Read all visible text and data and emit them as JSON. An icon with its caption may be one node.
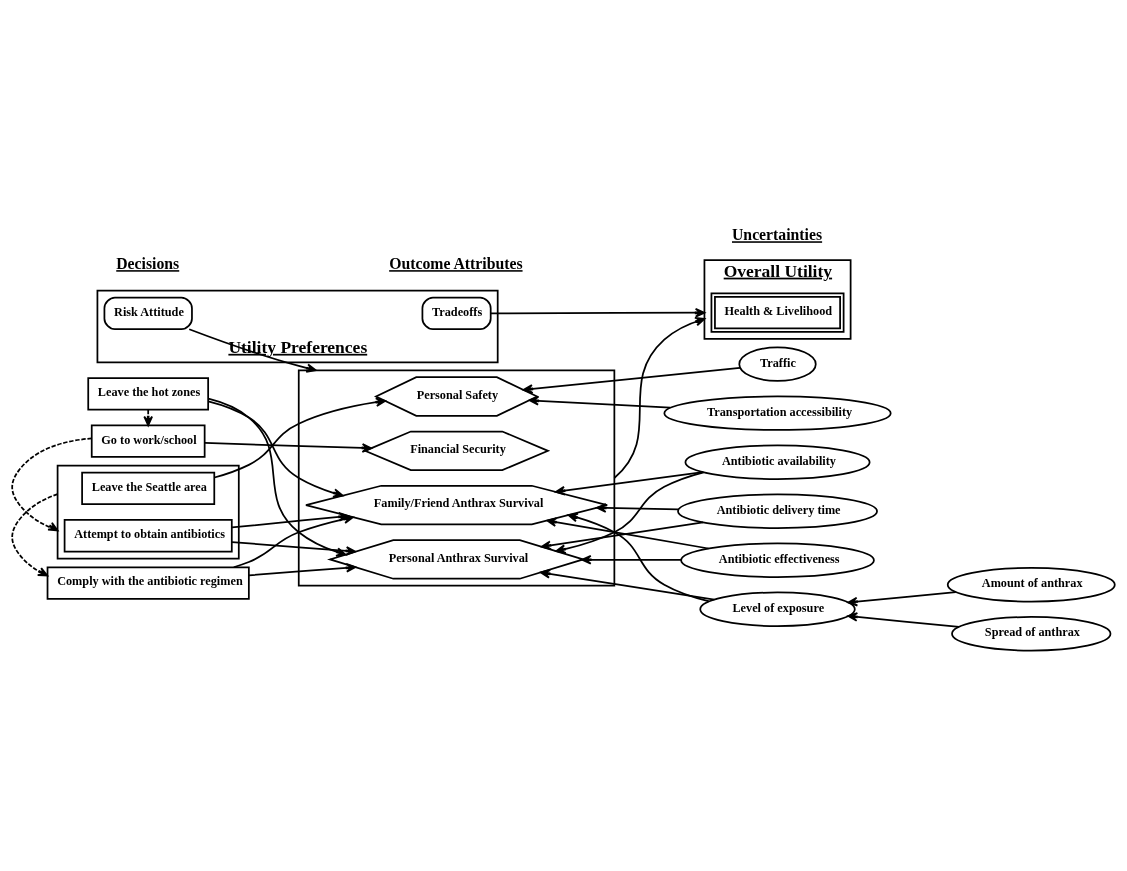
{
  "diagram": {
    "nodes": [
      {
        "text": [
          "Leave the hot zones"
        ]
      },
      {
        "text": [
          "Go to work/school"
        ]
      },
      {
        "text": [],
        "shape": "box"
      },
      {
        "text": [
          "Attempt to obtain antibiotics"
        ],
        "in": 2
      },
      {
        "text": [
          "Leave the Seattle area"
        ],
        "in": 2
      },
      {
        "text": [
          "Comply with the antibiotic regimen"
        ]
      },
      {
        "text": [],
        "shape": "box"
      },
      {
        "text": [
          "Personal Safety"
        ],
        "in": 6
      },
      {
        "text": [
          "Financial Security"
        ],
        "in": 6
      },
      {
        "text": [
          "Personal Anthrax Survival"
        ],
        "in": 6
      },
      {
        "text": [
          "Family/Friend Anthrax Survival"
        ],
        "in": 6
      },
      {
        "text": [
          "Traffic"
        ]
      },
      {
        "text": [
          "Transportation accessibility"
        ]
      },
      {
        "text": [
          "Antibiotic availability"
        ]
      },
      {
        "text": [
          "Antibiotic delivery time"
        ]
      },
      {
        "text": [
          "Antibiotic effectiveness"
        ]
      },
      {
        "text": [
          "Level of exposure"
        ]
      },
      {
        "text": [
          "Amount of anthrax"
        ]
      },
      {
        "text": [
          "Spread of anthrax"
        ]
      },
      {
        "text": [
          "Utility Preferences"
        ]
      },
      {
        "text": [
          "Risk Attitude"
        ],
        "in": 19
      },
      {
        "text": [
          "Tradeoffs"
        ],
        "in": 19
      },
      {
        "text": [
          "Overall Utility"
        ]
      },
      {
        "text": [
          "Health & Livelihood"
        ],
        "in": 22
      }
    ],
    "edges": [
      {
        "from": 0,
        "to": 1,
        "arrow": "to",
        "style": "dashed"
      },
      {
        "from": 1,
        "to": 2,
        "arrow": "to",
        "style": "dashed"
      },
      {
        "from": 2,
        "to": 5,
        "arrow": "to",
        "style": "dashed"
      },
      {
        "from": 0,
        "to": 9,
        "arrow": "to"
      },
      {
        "from": 0,
        "to": 10,
        "arrow": "to"
      },
      {
        "from": 1,
        "to": 8,
        "arrow": "to"
      },
      {
        "from": 3,
        "to": 9,
        "arrow": "to"
      },
      {
        "from": 3,
        "to": 10,
        "arrow": "to"
      },
      {
        "from": 4,
        "to": 7,
        "arrow": "to"
      },
      {
        "from": 5,
        "to": 9,
        "arrow": "to"
      },
      {
        "from": 5,
        "to": 10,
        "arrow": "to"
      },
      {
        "from": 20,
        "to": 6,
        "arrow": "to"
      },
      {
        "from": 21,
        "to": 22,
        "arrow": "to"
      },
      {
        "from": 6,
        "to": 22,
        "arrow": "to"
      },
      {
        "from": 11,
        "to": 7,
        "arrow": "to"
      },
      {
        "from": 12,
        "to": 7,
        "arrow": "to"
      },
      {
        "from": 13,
        "to": 9,
        "arrow": "to"
      },
      {
        "from": 13,
        "to": 10,
        "arrow": "to"
      },
      {
        "from": 14,
        "to": 9,
        "arrow": "to"
      },
      {
        "from": 14,
        "to": 10,
        "arrow": "to"
      },
      {
        "from": 15,
        "to": 9,
        "arrow": "to"
      },
      {
        "from": 15,
        "to": 10,
        "arrow": "to"
      },
      {
        "from": 16,
        "to": 9,
        "arrow": "to"
      },
      {
        "from": 16,
        "to": 10,
        "arrow": "to"
      },
      {
        "from": 17,
        "to": 16,
        "arrow": "to"
      },
      {
        "from": 18,
        "to": 16,
        "arrow": "to"
      }
    ],
    "labels": [
      "Decisions",
      "Outcome Attributes",
      "Uncertainties"
    ]
  }
}
